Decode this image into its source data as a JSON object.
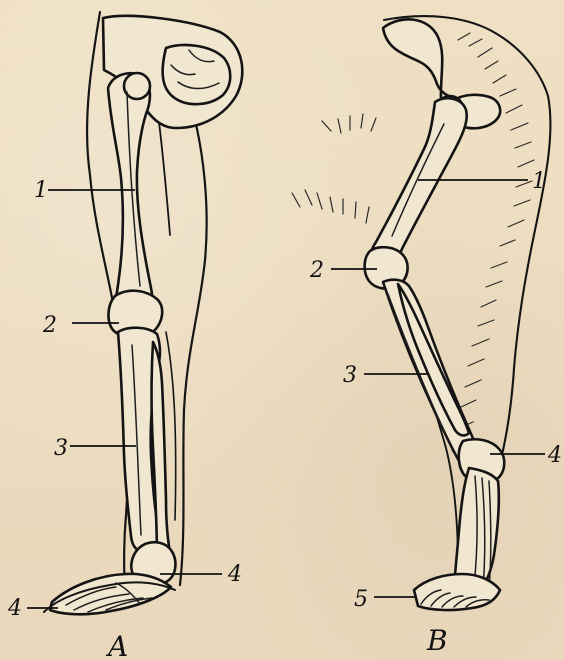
{
  "figure": {
    "panel_a": {
      "label": "A",
      "callouts": [
        "1",
        "2",
        "3",
        "4",
        "4"
      ]
    },
    "panel_b": {
      "label": "B",
      "callouts": [
        "1",
        "2",
        "3",
        "4",
        "5"
      ]
    }
  }
}
